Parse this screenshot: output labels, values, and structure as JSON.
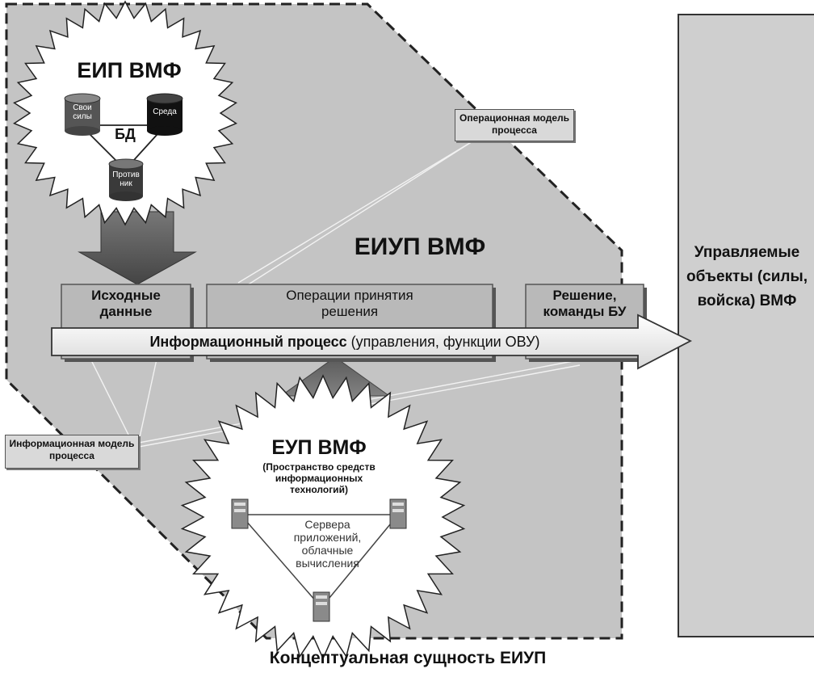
{
  "diagram": {
    "region_title": "ЕИУП ВМФ",
    "eip": {
      "title": "ЕИП ВМФ",
      "db_label": "БД",
      "cyl_own": "Свои силы",
      "cyl_env": "Среда",
      "cyl_enemy": "Против ник"
    },
    "eup": {
      "title": "ЕУП ВМФ",
      "subtitle": "(Пространство средств информационных технологий)",
      "servers_text": "Сервера приложений, облачные вычисления"
    },
    "boxes": {
      "source_data": "Исходные данные",
      "operations": "Операции принятия решения",
      "decision": "Решение, команды БУ"
    },
    "arrow_bold": "Информационный процесс",
    "arrow_rest": " (управления, функции ОВУ)",
    "callout_operational": "Операционная модель процесса",
    "callout_informational": "Информационная модель процесса",
    "managed_objects": "Управляемые объекты (силы, войска) ВМФ",
    "caption": "Концептуальная сущность ЕИУП"
  }
}
